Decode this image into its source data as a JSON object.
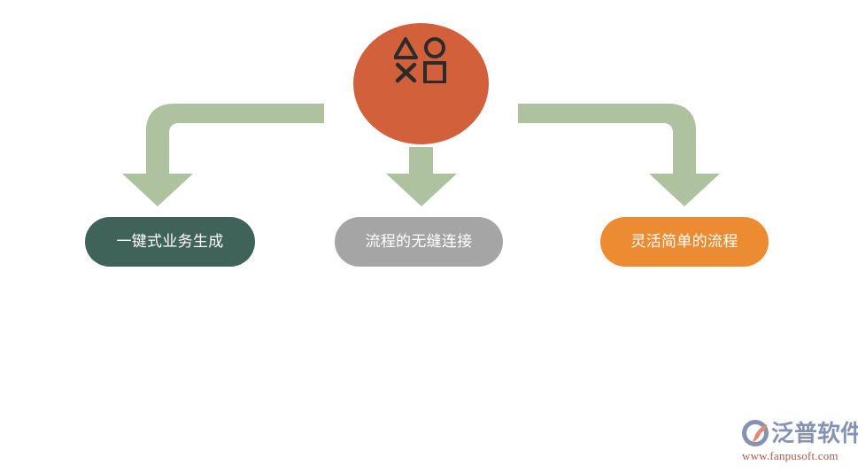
{
  "diagram": {
    "type": "hub-and-spoke-flow",
    "hub": {
      "icon_name": "shapes-grid-icon",
      "icon_symbols": [
        "triangle",
        "circle",
        "cross",
        "square"
      ],
      "color": "#D2603A"
    },
    "connectors": [
      {
        "name": "connector-left",
        "direction": "elbow-left-down",
        "color": "#AEC2A0"
      },
      {
        "name": "connector-center",
        "direction": "straight-down",
        "color": "#AEC2A0"
      },
      {
        "name": "connector-right",
        "direction": "elbow-right-down",
        "color": "#AEC2A0"
      }
    ],
    "nodes": [
      {
        "label": "一键式业务生成",
        "color": "#3F6259",
        "text_color": "#FFFFFF"
      },
      {
        "label": "流程的无缝连接",
        "color": "#A5A5A5",
        "text_color": "#FFFFFF"
      },
      {
        "label": "灵活简单的流程",
        "color": "#ED8B33",
        "text_color": "#FFFFFF"
      }
    ]
  },
  "watermark": {
    "brand": "泛普软件",
    "url": "www.fanpusoft.com",
    "brand_color": "#8493B4",
    "url_color": "#B05A4A"
  }
}
